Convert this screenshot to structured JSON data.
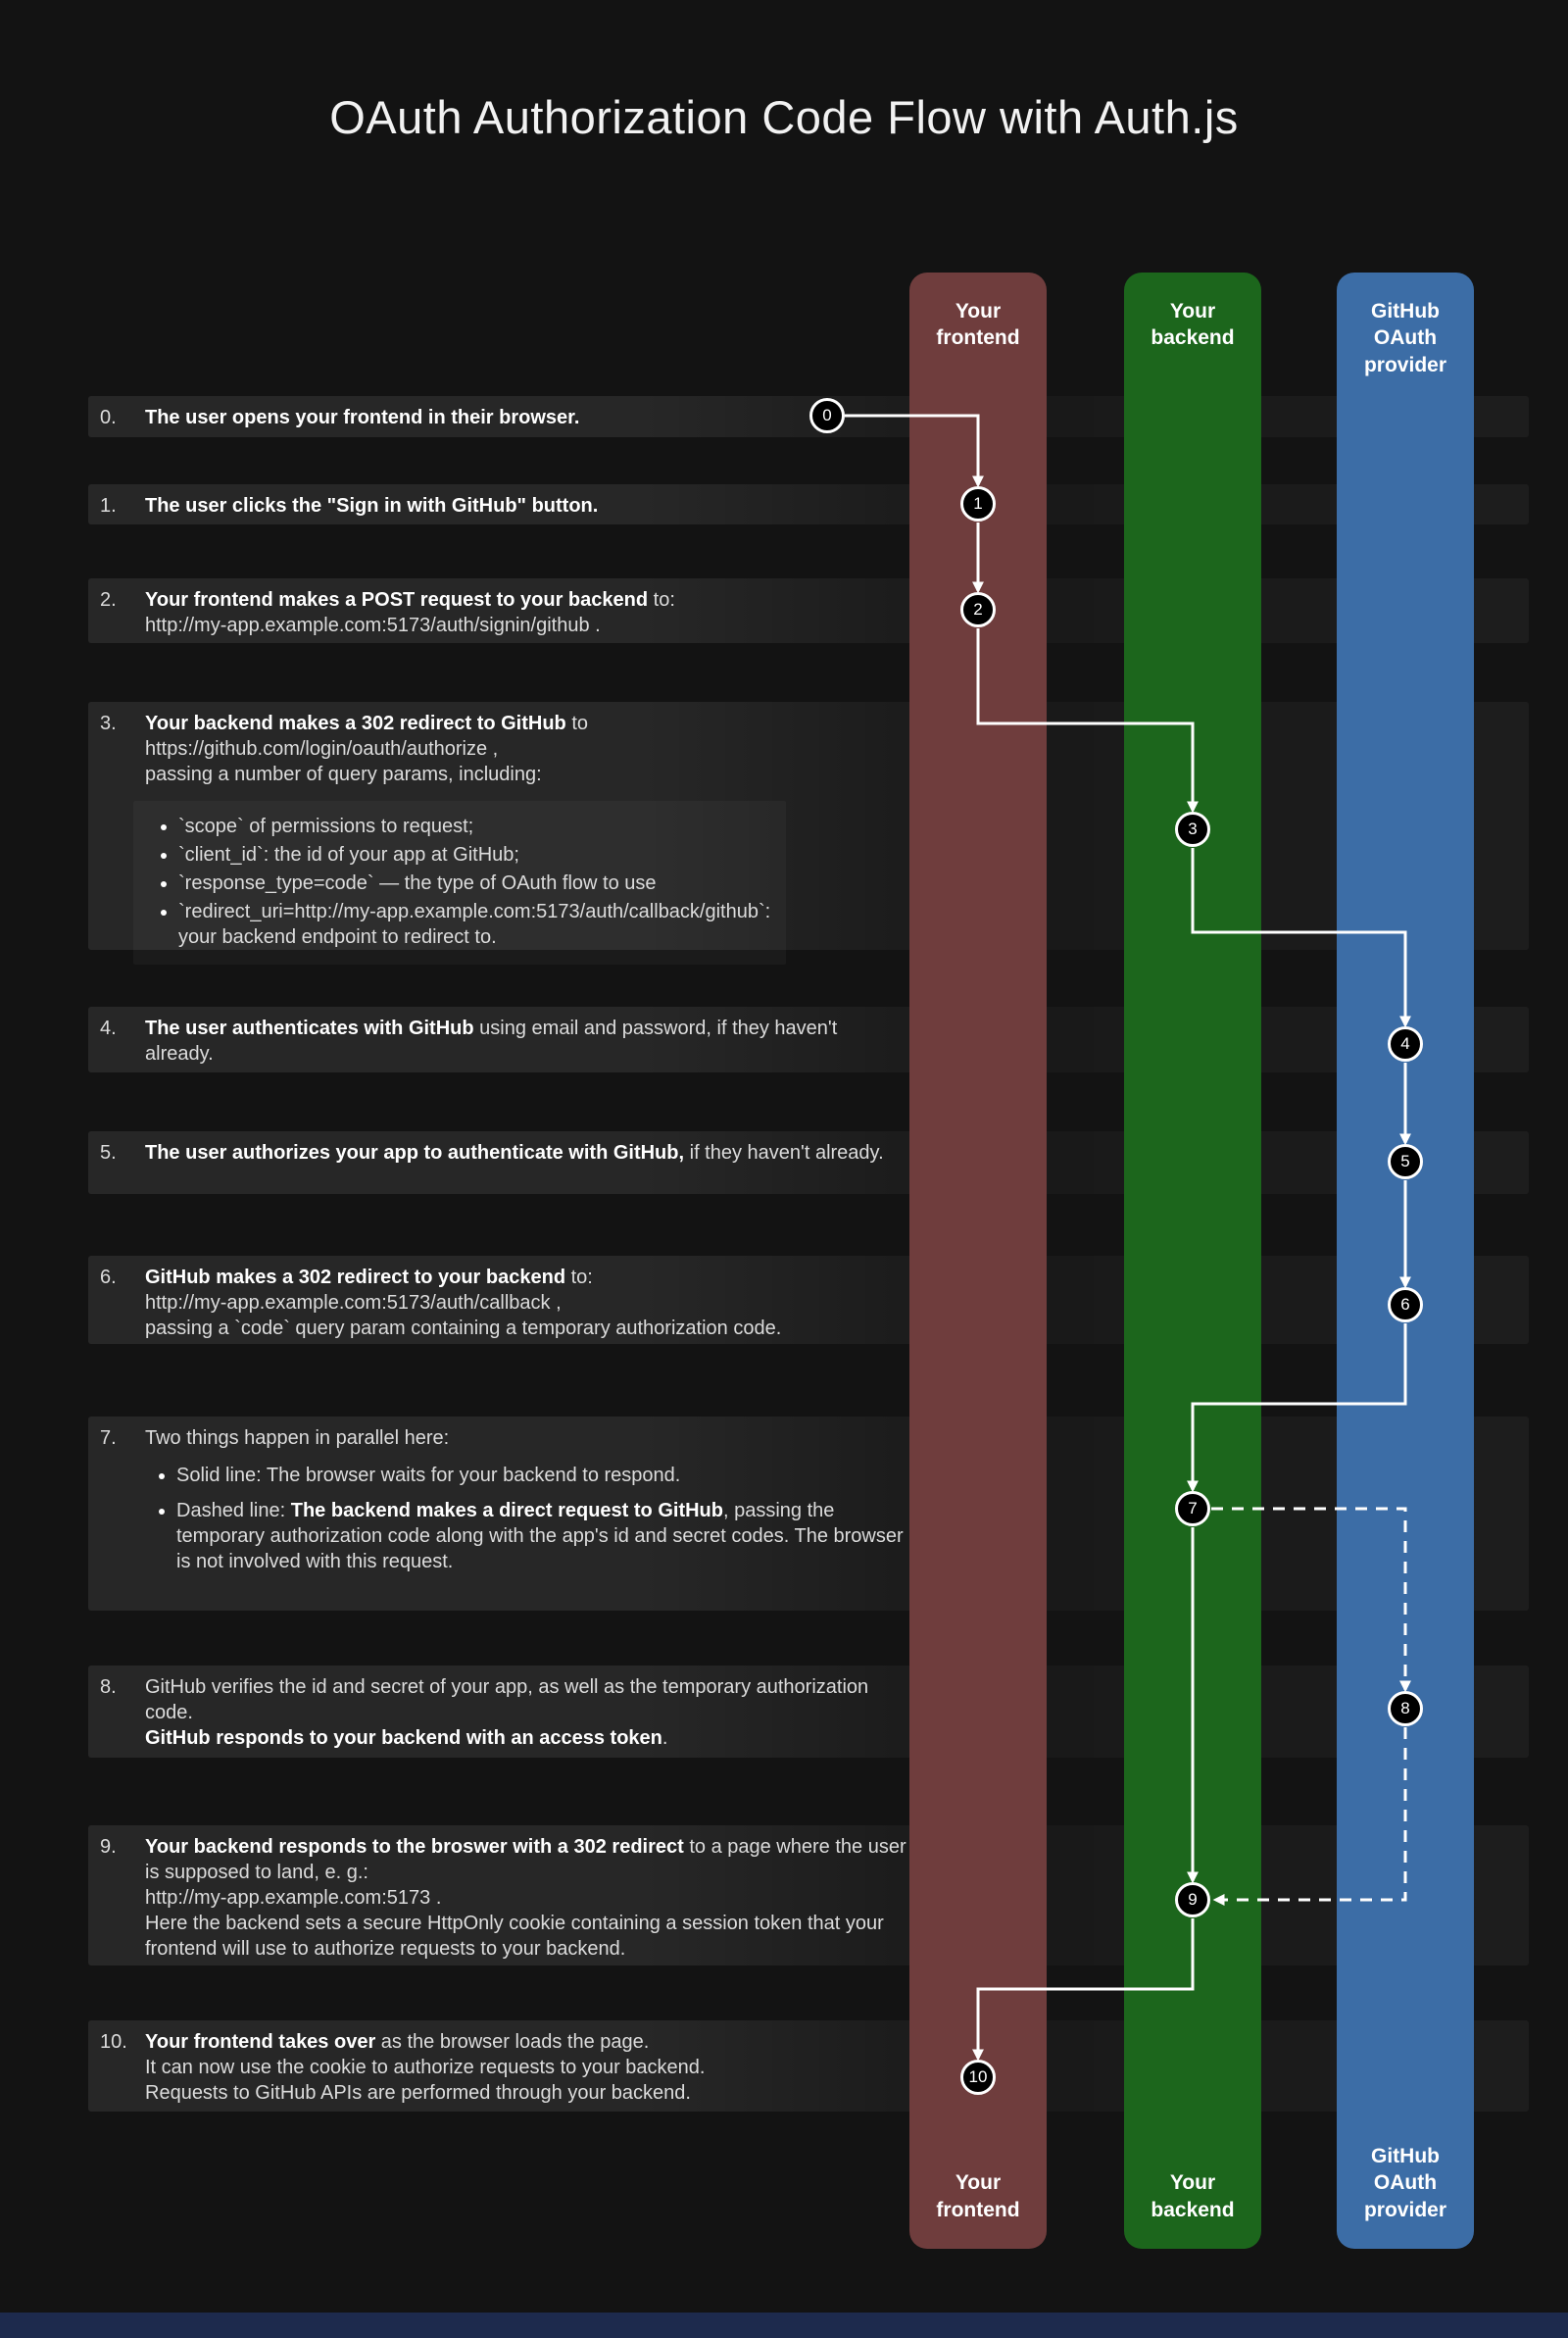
{
  "title": "OAuth Authorization Code Flow with Auth.js",
  "lanes": [
    {
      "name": "frontend",
      "label": "Your frontend",
      "color": "#6f3d3d"
    },
    {
      "name": "backend",
      "label": "Your backend",
      "color": "#1c661c"
    },
    {
      "name": "github",
      "label": "GitHub OAuth provider",
      "color": "#3c6da6"
    }
  ],
  "colors": {
    "line": "#ffffff",
    "bottom_strip": "#1d2a4d",
    "node_fill": "#000000"
  },
  "nodes": [
    {
      "label": "0"
    },
    {
      "label": "1"
    },
    {
      "label": "2"
    },
    {
      "label": "3"
    },
    {
      "label": "4"
    },
    {
      "label": "5"
    },
    {
      "label": "6"
    },
    {
      "label": "7"
    },
    {
      "label": "8"
    },
    {
      "label": "9"
    },
    {
      "label": "10"
    }
  ],
  "steps": [
    {
      "num": "0.",
      "text": [
        {
          "t": "The user opens your frontend in their browser.",
          "b": true
        }
      ]
    },
    {
      "num": "1.",
      "text": [
        {
          "t": "The user clicks the \"Sign in with GitHub\" button.",
          "b": true
        }
      ]
    },
    {
      "num": "2.",
      "text": [
        {
          "t": "Your frontend makes a POST request to your backend",
          "b": true
        },
        {
          "t": " to:"
        },
        {
          "t": "http://my-app.example.com:5173/auth/signin/github .",
          "nl": true
        }
      ]
    },
    {
      "num": "3.",
      "text": [
        {
          "t": "Your backend makes a 302 redirect to GitHub",
          "b": true
        },
        {
          "t": " to"
        },
        {
          "t": "https://github.com/login/oauth/authorize ,",
          "nl": true
        },
        {
          "t": "passing a number of query params, including:",
          "nl": true
        }
      ],
      "bullets": [
        [
          {
            "t": "`scope` of permissions to request;"
          }
        ],
        [
          {
            "t": "`client_id`: the id of your app at GitHub;"
          }
        ],
        [
          {
            "t": "`response_type=code` — the type of OAuth flow to use"
          }
        ],
        [
          {
            "t": "`redirect_uri=http://my-app.example.com:5173/auth/callback/github`:"
          },
          {
            "t": "your backend endpoint to redirect to.",
            "nl": true
          }
        ]
      ]
    },
    {
      "num": "4.",
      "text": [
        {
          "t": "The user authenticates with GitHub",
          "b": true
        },
        {
          "t": " using email and password, if they haven't already."
        }
      ]
    },
    {
      "num": "5.",
      "text": [
        {
          "t": "The user authorizes your app to authenticate with GitHub,",
          "b": true
        },
        {
          "t": " if they haven't already."
        }
      ]
    },
    {
      "num": "6.",
      "text": [
        {
          "t": "GitHub makes a 302 redirect to your backend",
          "b": true
        },
        {
          "t": " to:"
        },
        {
          "t": "http://my-app.example.com:5173/auth/callback ,",
          "nl": true
        },
        {
          "t": "passing a `code` query param containing a temporary authorization code.",
          "nl": true
        }
      ]
    },
    {
      "num": "7.",
      "text": [
        {
          "t": "Two things happen in parallel here:"
        }
      ],
      "bullets": [
        [
          {
            "t": "Solid line: The browser waits for your backend to respond."
          }
        ],
        [
          {
            "t": "Dashed line: "
          },
          {
            "t": "The backend makes a direct request to GitHub",
            "b": true
          },
          {
            "t": ", passing the temporary authorization code along with the app's id and secret codes. The browser is not involved with this request."
          }
        ]
      ]
    },
    {
      "num": "8.",
      "text": [
        {
          "t": "GitHub verifies the id and secret of your app, as well as the temporary authorization code."
        },
        {
          "t": "GitHub responds to your backend with an access token",
          "b": true,
          "nl": true
        },
        {
          "t": "."
        }
      ]
    },
    {
      "num": "9.",
      "text": [
        {
          "t": "Your backend responds to the broswer with a 302 redirect",
          "b": true
        },
        {
          "t": " to a page where the user is supposed to land, e. g.:"
        },
        {
          "t": "http://my-app.example.com:5173 .",
          "nl": true
        },
        {
          "t": "Here the backend sets a secure HttpOnly cookie containing a session token that your frontend will use to authorize requests to your backend.",
          "nl": true
        }
      ]
    },
    {
      "num": "10.",
      "text": [
        {
          "t": "Your frontend takes over",
          "b": true
        },
        {
          "t": " as the browser loads the page."
        },
        {
          "t": "It can now use the cookie to authorize requests to your backend.",
          "nl": true
        },
        {
          "t": "Requests to GitHub APIs are performed through your backend.",
          "nl": true
        }
      ]
    }
  ]
}
